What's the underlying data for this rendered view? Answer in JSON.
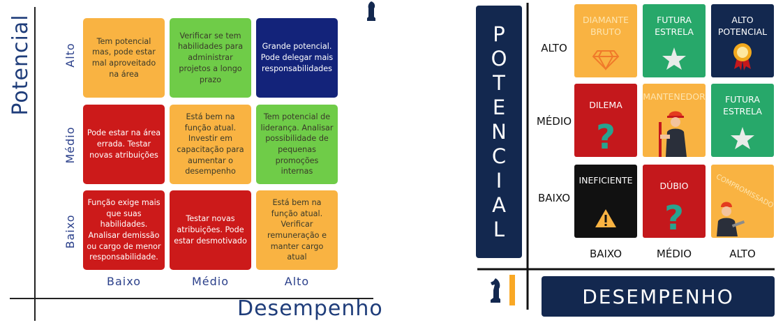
{
  "left": {
    "y_axis_title": "Potencial",
    "x_axis_title": "Desempenho",
    "row_labels": [
      "Alto",
      "Médio",
      "Baixo"
    ],
    "col_labels": [
      "Baixo",
      "Médio",
      "Alto"
    ],
    "cells": [
      {
        "text": "Tem potencial mas, pode estar mal aproveitado na área",
        "color": "#f9b342"
      },
      {
        "text": "Verificar se tem habilidades para administrar projetos a longo prazo",
        "color": "#6fcc48"
      },
      {
        "text": "Grande potencial. Pode delegar mais responsabilidades",
        "color": "#13237a"
      },
      {
        "text": "Pode estar na área errada. Testar novas atribuições",
        "color": "#cc1a1a"
      },
      {
        "text": "Está bem na função atual. Investir em capacitação para aumentar o desempenho",
        "color": "#f9b342"
      },
      {
        "text": "Tem potencial de liderança. Analisar possibilidade de pequenas promoções internas",
        "color": "#6fcc48"
      },
      {
        "text": "Função exige mais que suas habilidades. Analisar demissão ou cargo de menor responsabilidade.",
        "color": "#cc1a1a"
      },
      {
        "text": "Testar novas atribuições. Pode estar desmotivado",
        "color": "#cc1a1a"
      },
      {
        "text": "Está bem na função atual. Verificar remuneração e manter cargo atual",
        "color": "#f9b342"
      }
    ]
  },
  "right": {
    "vertical_title_letters": [
      "P",
      "O",
      "T",
      "E",
      "N",
      "C",
      "I",
      "A",
      "L"
    ],
    "horizontal_title": "DESEMPENHO",
    "row_labels": [
      "ALTO",
      "MÉDIO",
      "BAIXO"
    ],
    "col_labels": [
      "BAIXO",
      "MÉDIO",
      "ALTO"
    ],
    "cells": [
      {
        "title": "DIAMANTE BRUTO",
        "icon": "diamond-icon",
        "color": "#f9b342"
      },
      {
        "title": "FUTURA ESTRELA",
        "icon": "star-icon",
        "color": "#27a86a"
      },
      {
        "title": "ALTO POTENCIAL",
        "icon": "medal-icon",
        "color": "#13284f"
      },
      {
        "title": "DILEMA",
        "icon": "question-icon",
        "color": "#c4181c"
      },
      {
        "title": "MANTENEDOR",
        "icon": "worker-icon",
        "color": "#f9b342"
      },
      {
        "title": "FUTURA ESTRELA",
        "icon": "star-icon",
        "color": "#27a86a"
      },
      {
        "title": "INEFICIENTE",
        "icon": "warning-icon",
        "color": "#111111"
      },
      {
        "title": "DÚBIO",
        "icon": "question-icon",
        "color": "#c4181c"
      },
      {
        "title": "COMPROMISSADO",
        "icon": "mechanic-icon",
        "color": "#f9b342"
      }
    ]
  }
}
